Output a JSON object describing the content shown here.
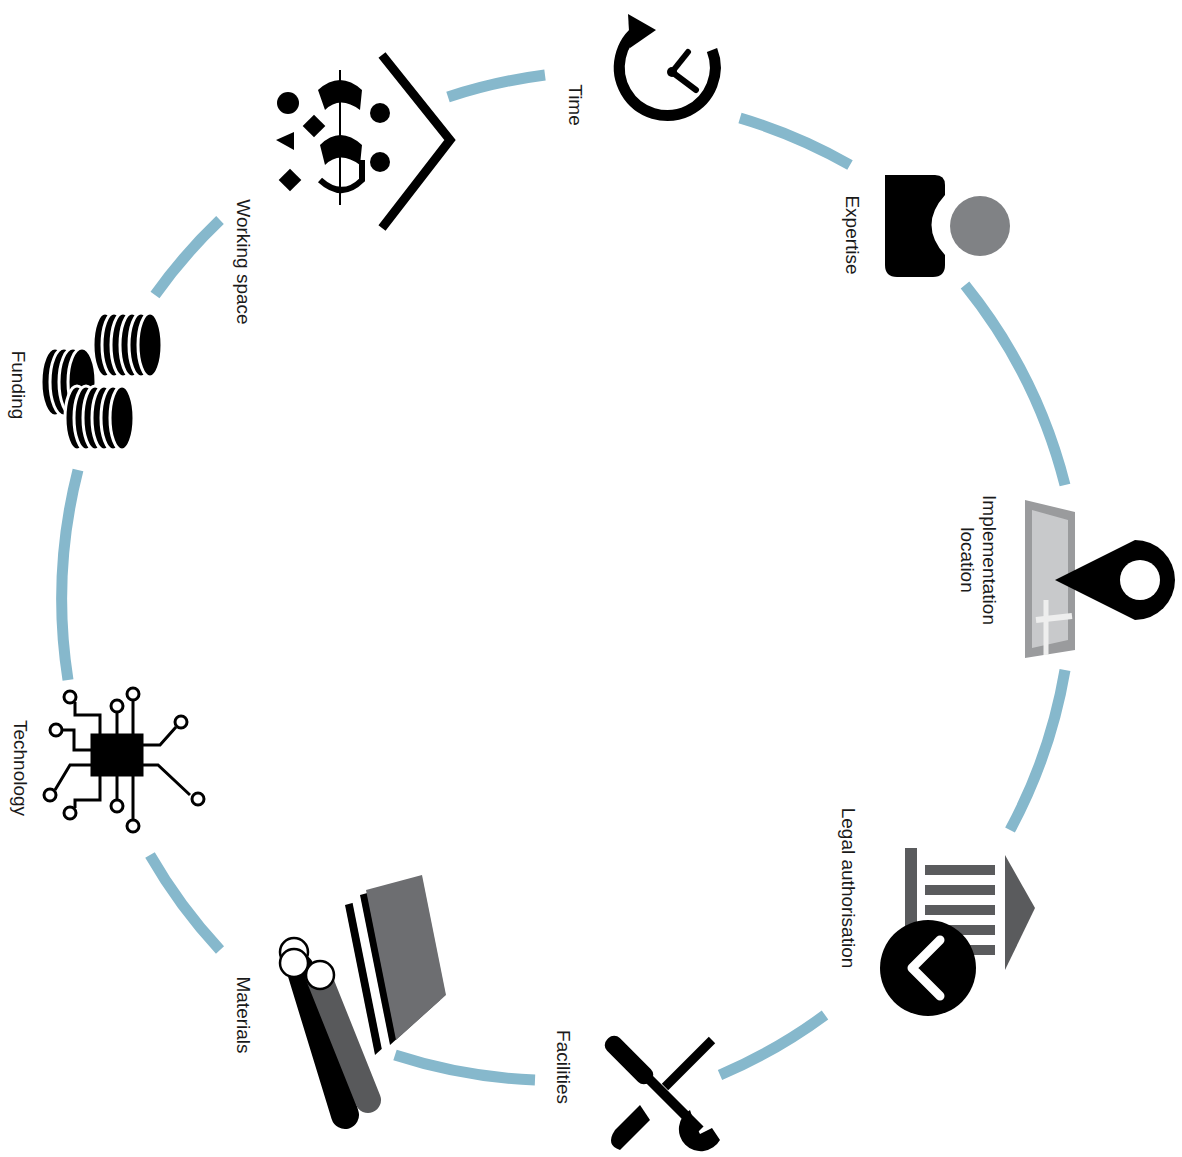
{
  "diagram": {
    "labels": [
      "Time",
      "Expertise",
      "Implementation location",
      "Legal authorisation",
      "Facilities",
      "Materials",
      "Technology",
      "Funding",
      "Working space"
    ]
  }
}
